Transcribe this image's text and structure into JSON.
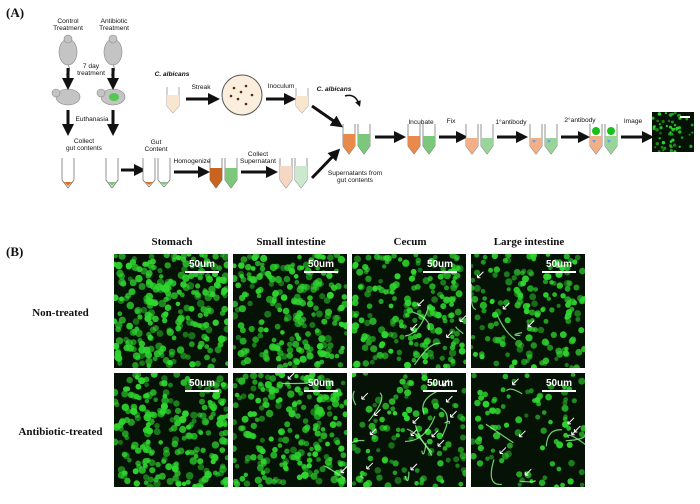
{
  "panel_a": {
    "label": "(A)",
    "control_label": "Control\nTreatment",
    "antibiotic_label": "Antibiotic\nTreatment",
    "seven_day": "7 day\ntreatment",
    "euthanasia": "Euthanasia",
    "collect_gut": "Collect\ngut contents",
    "gut_content": "Gut\nContent",
    "homogenize": "Homogenize",
    "collect_supernatant": "Collect\nSupernatant",
    "c_albicans_1": "C. albicans",
    "streak": "Streak",
    "inoculum": "Inoculum",
    "c_albicans_2": "C. albicans",
    "supernatants": "Supernatants from\ngut contents",
    "incubate": "Incubate",
    "fix": "Fix",
    "antibody1": "1°antibody",
    "antibody2": "2°antibody",
    "image": "Image"
  },
  "panel_b": {
    "label": "(B)",
    "columns": [
      "Stomach",
      "Small intestine",
      "Cecum",
      "Large intestine"
    ],
    "rows": [
      "Non-treated",
      "Antibiotic-treated"
    ],
    "scale_label": "50um"
  },
  "colors": {
    "fluor_green": "#2fd62f",
    "tube_orange": "#d9702a",
    "tube_green": "#7dc77d",
    "tube_peach": "#f6d7c4",
    "mouse_gray": "#bdbdbd",
    "arrow": "#111111"
  }
}
